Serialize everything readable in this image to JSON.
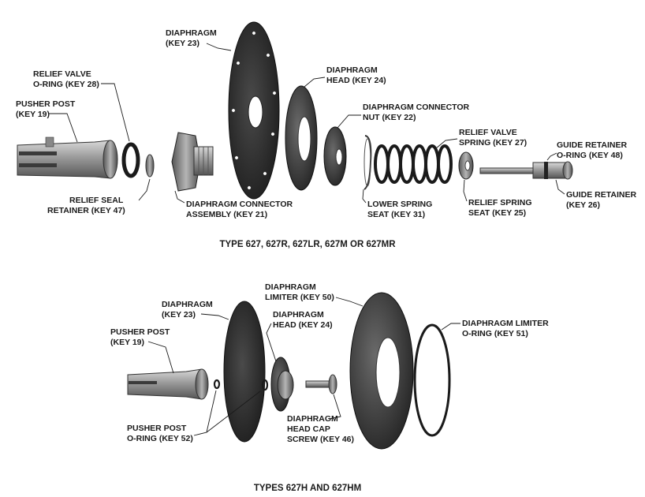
{
  "top": {
    "caption": "TYPE 627, 627R, 627LR, 627M OR 627MR",
    "labels": {
      "diaphragm": [
        "DIAPHRAGM",
        "(KEY 23)"
      ],
      "relief_valve_oring": [
        "RELIEF VALVE",
        "O-RING (KEY 28)"
      ],
      "pusher_post": [
        "PUSHER POST",
        "(KEY 19)"
      ],
      "diaphragm_head": [
        "DIAPHRAGM",
        "HEAD (KEY 24)"
      ],
      "connector_nut": [
        "DIAPHRAGM CONNECTOR",
        "NUT (KEY 22)"
      ],
      "relief_valve_spring": [
        "RELIEF VALVE",
        "SPRING (KEY 27)"
      ],
      "guide_retainer_oring": [
        "GUIDE RETAINER",
        "O-RING (KEY 48)"
      ],
      "relief_seal_retainer": [
        "RELIEF SEAL",
        "RETAINER (KEY 47)"
      ],
      "connector_assembly": [
        "DIAPHRAGM CONNECTOR",
        "ASSEMBLY (KEY 21)"
      ],
      "lower_spring_seat": [
        "LOWER SPRING",
        "SEAT (KEY 31)"
      ],
      "relief_spring_seat": [
        "RELIEF SPRING",
        "SEAT (KEY 25)"
      ],
      "guide_retainer": [
        "GUIDE RETAINER",
        "(KEY 26)"
      ]
    }
  },
  "bottom": {
    "caption": "TYPES 627H AND 627HM",
    "labels": {
      "diaphragm_limiter": [
        "DIAPHRAGM",
        "LIMITER (KEY 50)"
      ],
      "diaphragm": [
        "DIAPHRAGM",
        "(KEY 23)"
      ],
      "diaphragm_head": [
        "DIAPHRAGM",
        "HEAD (KEY 24)"
      ],
      "limiter_oring": [
        "DIAPHRAGM LIMITER",
        "O-RING (KEY 51)"
      ],
      "pusher_post": [
        "PUSHER POST",
        "(KEY 19)"
      ],
      "pusher_post_oring": [
        "PUSHER POST",
        "O-RING (KEY 52)"
      ],
      "head_cap_screw": [
        "DIAPHRAGM",
        "HEAD CAP",
        "SCREW (KEY 46)"
      ]
    }
  }
}
